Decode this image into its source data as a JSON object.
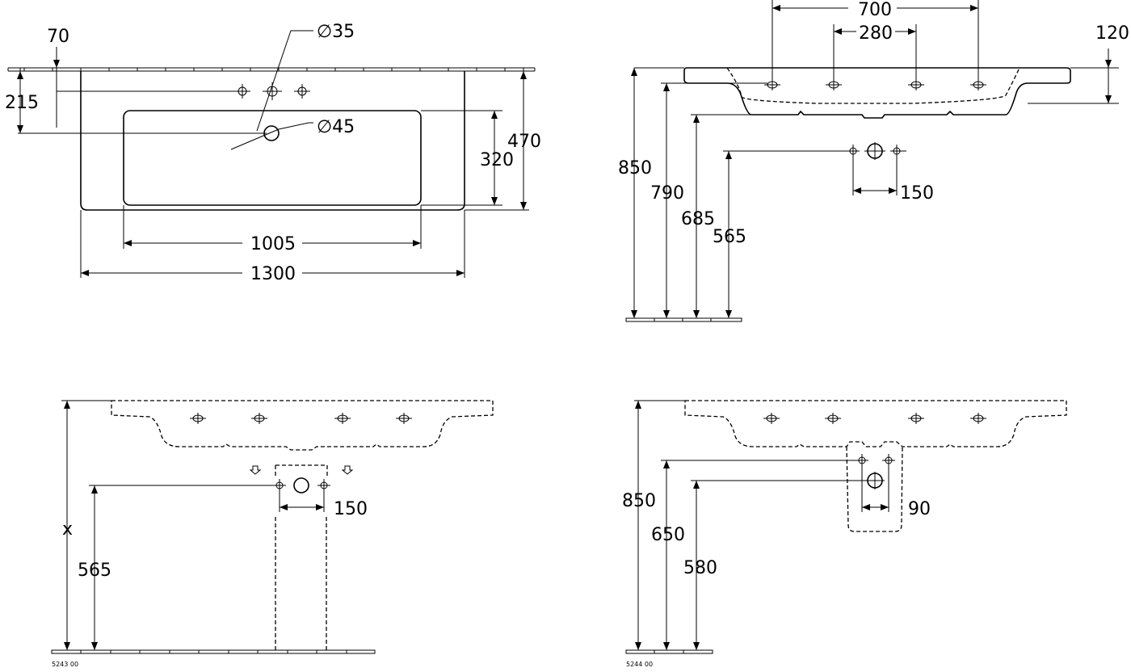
{
  "view_top": {
    "offset": "70",
    "hole_distance": "215",
    "tap_hole": "∅35",
    "drain": "∅45",
    "bowl_depth": "320",
    "total_depth": "470",
    "bowl_width": "1005",
    "total_width": "1300"
  },
  "view_front": {
    "outer_spacing": "700",
    "inner_spacing": "280",
    "top_height": "120",
    "h_850": "850",
    "h_790": "790",
    "h_685": "685",
    "h_565": "565",
    "pipe_spacing": "150"
  },
  "view_pedestal": {
    "x_label": "x",
    "h_565": "565",
    "pipe_spacing": "150",
    "article": "5243 00"
  },
  "view_siphon": {
    "h_850": "850",
    "h_650": "650",
    "h_580": "580",
    "pipe_spacing": "90",
    "article": "5244 00"
  }
}
